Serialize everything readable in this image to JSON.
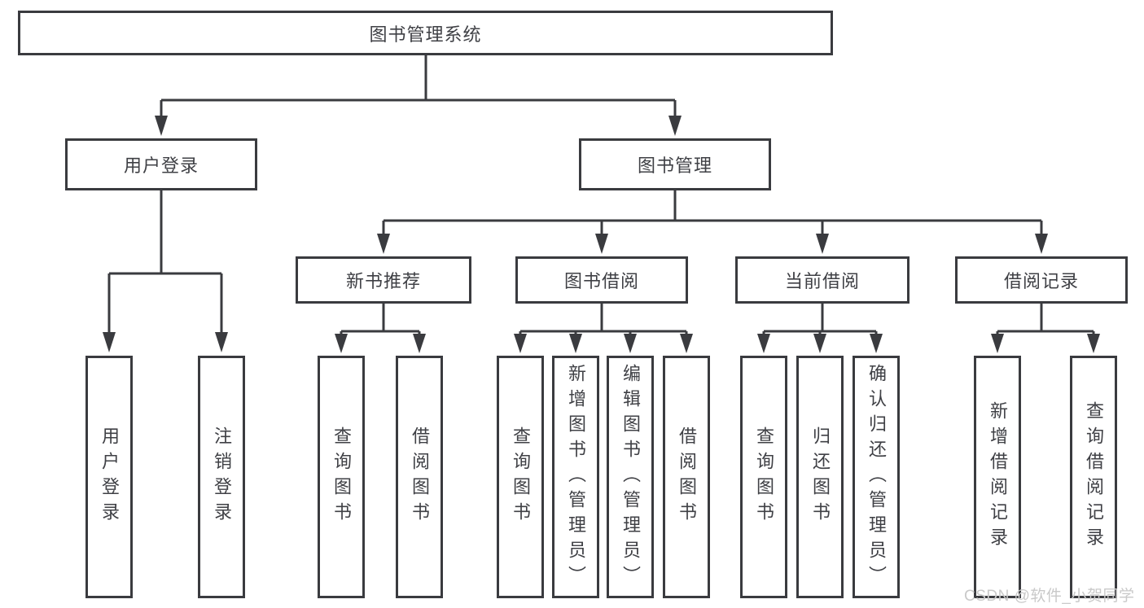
{
  "colors": {
    "line": "#3a3b3f",
    "text": "#3f4045",
    "fill": "#ffffff",
    "watermark": "#c9c9c9"
  },
  "watermark": {
    "text": "CSDN @软件_小贺同学"
  },
  "diagram": {
    "root": {
      "label": "图书管理系统"
    },
    "level2": {
      "user_login": {
        "label": "用户登录"
      },
      "book_mgmt": {
        "label": "图书管理"
      }
    },
    "level3": {
      "new_books": {
        "label": "新书推荐"
      },
      "book_borrow": {
        "label": "图书借阅"
      },
      "current_borrow": {
        "label": "当前借阅"
      },
      "borrow_records": {
        "label": "借阅记录"
      }
    },
    "leaves": {
      "user_login": [
        "用户登录",
        "注销登录"
      ],
      "new_books": [
        "查询图书",
        "借阅图书"
      ],
      "book_borrow": [
        "查询图书",
        "新增图书（管理员）",
        "编辑图书（管理员）",
        "借阅图书"
      ],
      "current_borrow": [
        "查询图书",
        "归还图书",
        "确认归还（管理员）"
      ],
      "borrow_records": [
        "新增借阅记录",
        "查询借阅记录"
      ]
    }
  }
}
